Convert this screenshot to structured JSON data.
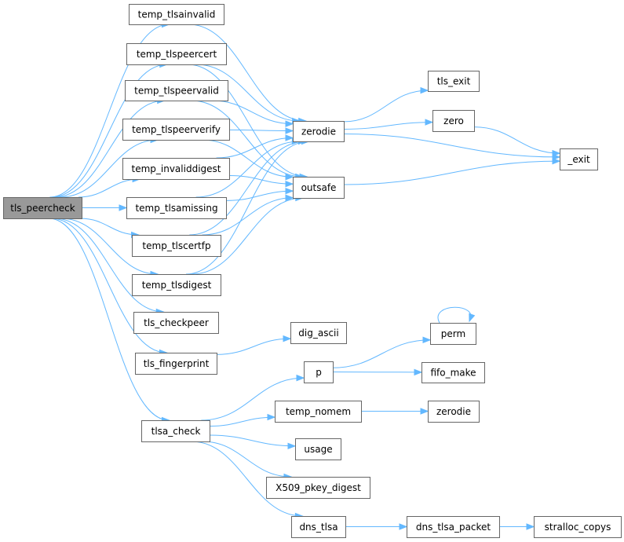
{
  "graph": {
    "nodes": [
      {
        "id": "tls_peercheck",
        "label": "tls_peercheck",
        "root": true
      },
      {
        "id": "temp_tlsainvalid",
        "label": "temp_tlsainvalid"
      },
      {
        "id": "temp_tlspeercert",
        "label": "temp_tlspeercert"
      },
      {
        "id": "temp_tlspeervalid",
        "label": "temp_tlspeervalid"
      },
      {
        "id": "temp_tlspeerverify",
        "label": "temp_tlspeerverify"
      },
      {
        "id": "temp_invaliddigest",
        "label": "temp_invaliddigest"
      },
      {
        "id": "temp_tlsamissing",
        "label": "temp_tlsamissing"
      },
      {
        "id": "temp_tlscertfp",
        "label": "temp_tlscertfp"
      },
      {
        "id": "temp_tlsdigest",
        "label": "temp_tlsdigest"
      },
      {
        "id": "tls_checkpeer",
        "label": "tls_checkpeer"
      },
      {
        "id": "tls_fingerprint",
        "label": "tls_fingerprint"
      },
      {
        "id": "tlsa_check",
        "label": "tlsa_check"
      },
      {
        "id": "zerodie",
        "label": "zerodie"
      },
      {
        "id": "outsafe",
        "label": "outsafe"
      },
      {
        "id": "tls_exit",
        "label": "tls_exit"
      },
      {
        "id": "zero",
        "label": "zero"
      },
      {
        "id": "_exit",
        "label": "_exit"
      },
      {
        "id": "dig_ascii",
        "label": "dig_ascii"
      },
      {
        "id": "p",
        "label": "p"
      },
      {
        "id": "perm",
        "label": "perm"
      },
      {
        "id": "fifo_make",
        "label": "fifo_make"
      },
      {
        "id": "temp_nomem",
        "label": "temp_nomem"
      },
      {
        "id": "zerodie2",
        "label": "zerodie"
      },
      {
        "id": "usage",
        "label": "usage"
      },
      {
        "id": "X509_pkey_digest",
        "label": "X509_pkey_digest"
      },
      {
        "id": "dns_tlsa",
        "label": "dns_tlsa"
      },
      {
        "id": "dns_tlsa_packet",
        "label": "dns_tlsa_packet"
      },
      {
        "id": "stralloc_copys",
        "label": "stralloc_copys"
      }
    ],
    "edges": [
      [
        "tls_peercheck",
        "temp_tlsainvalid"
      ],
      [
        "tls_peercheck",
        "temp_tlspeercert"
      ],
      [
        "tls_peercheck",
        "temp_tlspeervalid"
      ],
      [
        "tls_peercheck",
        "temp_tlspeerverify"
      ],
      [
        "tls_peercheck",
        "temp_invaliddigest"
      ],
      [
        "tls_peercheck",
        "temp_tlsamissing"
      ],
      [
        "tls_peercheck",
        "temp_tlscertfp"
      ],
      [
        "tls_peercheck",
        "temp_tlsdigest"
      ],
      [
        "tls_peercheck",
        "tls_checkpeer"
      ],
      [
        "tls_peercheck",
        "tls_fingerprint"
      ],
      [
        "tls_peercheck",
        "tlsa_check"
      ],
      [
        "temp_tlsainvalid",
        "zerodie"
      ],
      [
        "temp_tlspeercert",
        "zerodie"
      ],
      [
        "temp_tlspeercert",
        "outsafe"
      ],
      [
        "temp_tlspeervalid",
        "zerodie"
      ],
      [
        "temp_tlspeervalid",
        "outsafe"
      ],
      [
        "temp_tlspeerverify",
        "zerodie"
      ],
      [
        "temp_tlspeerverify",
        "outsafe"
      ],
      [
        "temp_invaliddigest",
        "zerodie"
      ],
      [
        "temp_invaliddigest",
        "outsafe"
      ],
      [
        "temp_tlsamissing",
        "zerodie"
      ],
      [
        "temp_tlsamissing",
        "outsafe"
      ],
      [
        "temp_tlscertfp",
        "zerodie"
      ],
      [
        "temp_tlscertfp",
        "outsafe"
      ],
      [
        "temp_tlsdigest",
        "zerodie"
      ],
      [
        "temp_tlsdigest",
        "outsafe"
      ],
      [
        "zerodie",
        "tls_exit"
      ],
      [
        "zerodie",
        "zero"
      ],
      [
        "zerodie",
        "_exit"
      ],
      [
        "zero",
        "_exit"
      ],
      [
        "outsafe",
        "_exit"
      ],
      [
        "tls_fingerprint",
        "dig_ascii"
      ],
      [
        "tlsa_check",
        "p"
      ],
      [
        "tlsa_check",
        "temp_nomem"
      ],
      [
        "tlsa_check",
        "usage"
      ],
      [
        "tlsa_check",
        "X509_pkey_digest"
      ],
      [
        "tlsa_check",
        "dns_tlsa"
      ],
      [
        "p",
        "perm"
      ],
      [
        "p",
        "fifo_make"
      ],
      [
        "perm",
        "perm"
      ],
      [
        "temp_nomem",
        "zerodie2"
      ],
      [
        "dns_tlsa",
        "dns_tlsa_packet"
      ],
      [
        "dns_tlsa_packet",
        "stralloc_copys"
      ]
    ]
  }
}
